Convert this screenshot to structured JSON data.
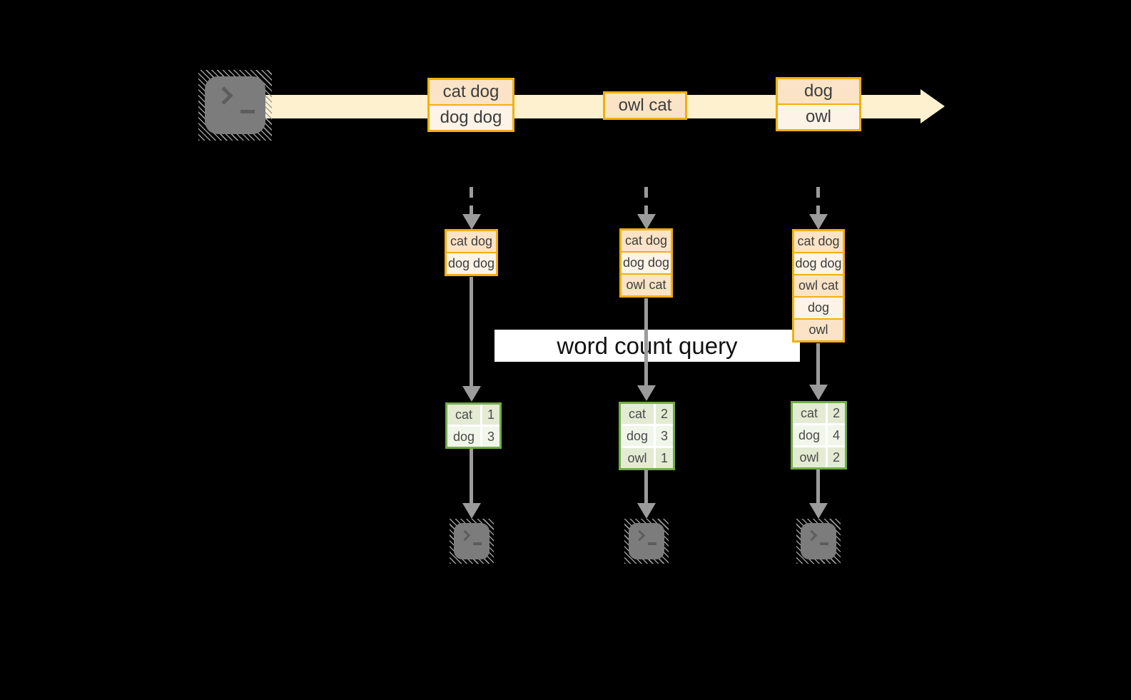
{
  "query_label": {
    "text": "word count query"
  },
  "stream": {
    "messages": [
      {
        "rows": [
          "cat dog",
          "dog dog"
        ]
      },
      {
        "rows": [
          "owl cat"
        ]
      },
      {
        "rows": [
          "dog",
          "owl"
        ]
      }
    ]
  },
  "columns": [
    {
      "buffer": [
        "cat dog",
        "dog dog"
      ],
      "counts": [
        {
          "word": "cat",
          "value": "1"
        },
        {
          "word": "dog",
          "value": "3"
        }
      ]
    },
    {
      "buffer": [
        "cat dog",
        "dog dog",
        "owl cat"
      ],
      "counts": [
        {
          "word": "cat",
          "value": "2"
        },
        {
          "word": "dog",
          "value": "3"
        },
        {
          "word": "owl",
          "value": "1"
        }
      ]
    },
    {
      "buffer": [
        "cat dog",
        "dog dog",
        "owl cat",
        "dog",
        "owl"
      ],
      "counts": [
        {
          "word": "cat",
          "value": "2"
        },
        {
          "word": "dog",
          "value": "4"
        },
        {
          "word": "owl",
          "value": "2"
        }
      ]
    }
  ],
  "colors": {
    "background": "#000000",
    "stream_band": "#fdf1d0",
    "message_border": "#f0b011",
    "message_fill_dark": "#fae3c6",
    "message_fill_light": "#fdf3e7",
    "table_border": "#70ad47",
    "table_fill_dark": "#e3ecd3",
    "table_fill_light": "#f1f6ea",
    "arrow_gray": "#9b9b9b",
    "terminal_gray": "#7c7c7c"
  }
}
